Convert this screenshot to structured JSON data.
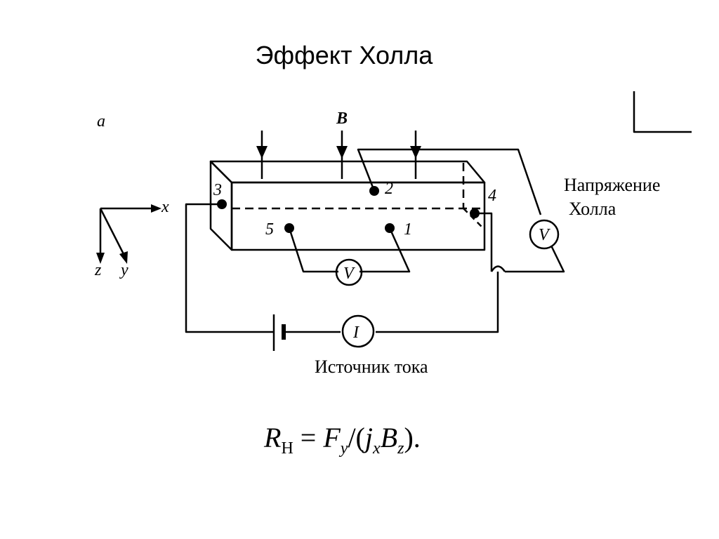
{
  "slide": {
    "title": "Эффект Холла"
  },
  "diagram": {
    "panel_label": "a",
    "field_label": "B",
    "axes": {
      "x": "x",
      "y": "y",
      "z": "z"
    },
    "contacts": [
      "1",
      "2",
      "3",
      "4",
      "5"
    ],
    "hall_voltage_label_line1": "Напряжение",
    "hall_voltage_label_line2": "Холла",
    "voltmeter_symbol": "V",
    "second_meter_symbol": "V",
    "ammeter_symbol": "I",
    "current_source_label": "Источник тока"
  },
  "formula": {
    "lhs": "R",
    "lhs_sub": "H",
    "rhs_f": "F",
    "rhs_f_sub": "y",
    "rhs_j": "j",
    "rhs_j_sub": "x",
    "rhs_b": "B",
    "rhs_b_sub": "z"
  }
}
